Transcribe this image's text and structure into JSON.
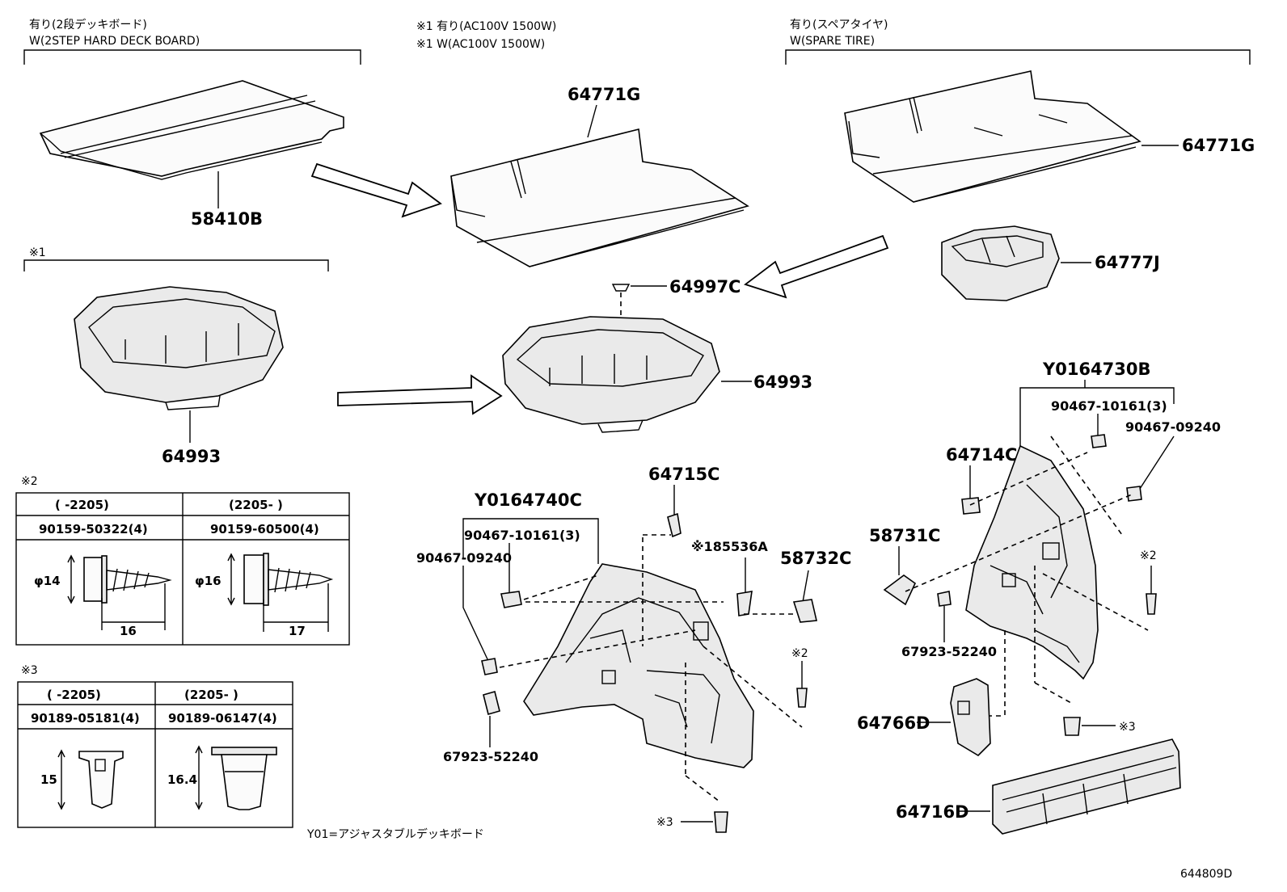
{
  "headers": {
    "deck_board_jp": "有り(2段デッキボード)",
    "deck_board_en": "W(2STEP HARD DECK BOARD)",
    "ac_jp": "※1 有り(AC100V 1500W)",
    "ac_en": "※1 W(AC100V 1500W)",
    "spare_jp": "有り(スペアタイヤ)",
    "spare_en": "W(SPARE TIRE)",
    "note1": "※1"
  },
  "parts": {
    "p58410B": "58410B",
    "p64771G_center": "64771G",
    "p64771G_right": "64771G",
    "p64777J": "64777J",
    "p64997C": "64997C",
    "p64993_left": "64993",
    "p64993_center": "64993",
    "pY0164730B": "Y0164730B",
    "p90467_10161_right": "90467-10161(3)",
    "p90467_09240_right": "90467-09240",
    "p64714C": "64714C",
    "p58731C": "58731C",
    "p67923_52240_right": "67923-52240",
    "p64766D": "64766D",
    "p64716D": "64716D",
    "p64715C": "64715C",
    "pY0164740C": "Y0164740C",
    "p90467_10161_center": "90467-10161(3)",
    "p90467_09240_center": "90467-09240",
    "p85536A": "※185536A",
    "p58732C": "58732C",
    "p67923_52240_center": "67923-52240"
  },
  "callouts": {
    "note2_center": "※2",
    "note3_center": "※3",
    "note2_right": "※2",
    "note3_right": "※3"
  },
  "table2": {
    "title": "※2",
    "col1_range": "(      -2205)",
    "col2_range": "(2205-       )",
    "col1_part": "90159-50322(4)",
    "col2_part": "90159-60500(4)",
    "col1_dia": "φ14",
    "col2_dia": "φ16",
    "col1_len": "16",
    "col2_len": "17"
  },
  "table3": {
    "title": "※3",
    "col1_range": "(      -2205)",
    "col2_range": "(2205-       )",
    "col1_part": "90189-05181(4)",
    "col2_part": "90189-06147(4)",
    "col1_len": "15",
    "col2_len": "16.4"
  },
  "footer": {
    "note": "Y01=アジャスタブルデッキボード",
    "code": "644809D"
  }
}
